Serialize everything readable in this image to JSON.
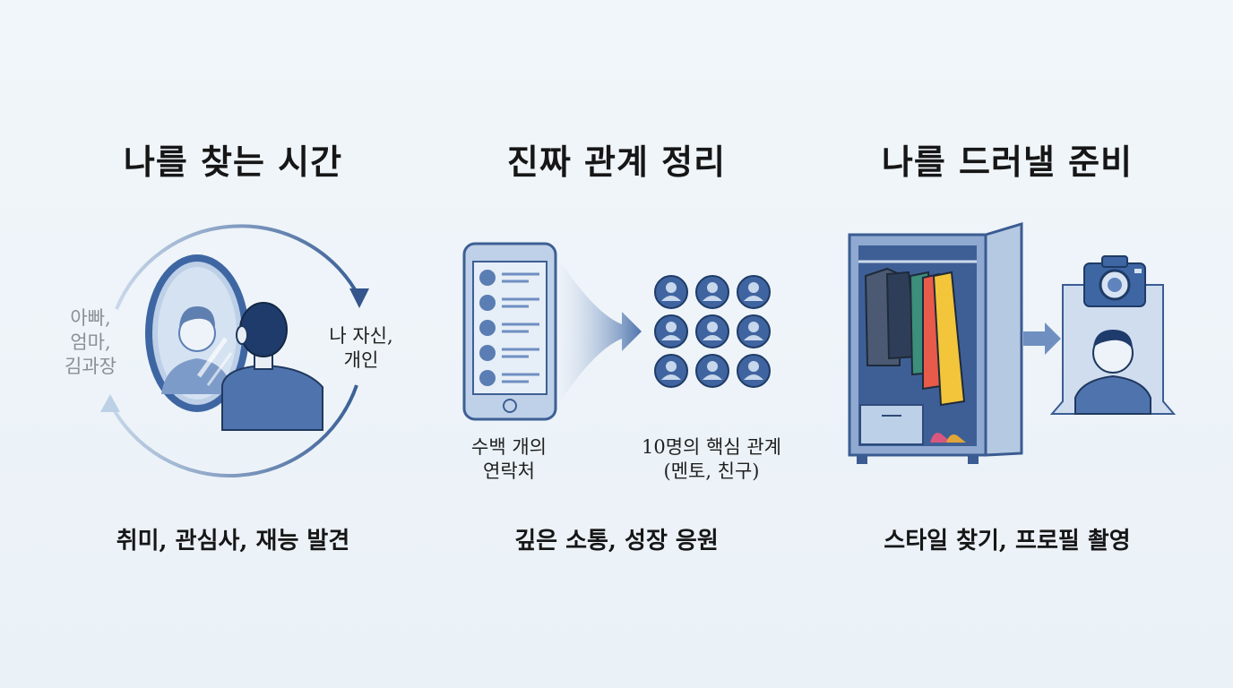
{
  "panels": [
    {
      "title": "나를 찾는 시간",
      "left_label": [
        "아빠,",
        "엄마,",
        "김과장"
      ],
      "right_label": [
        "나 자신,",
        "개인"
      ],
      "caption": "취미, 관심사, 재능 발견"
    },
    {
      "title": "진짜 관계 정리",
      "left_label": [
        "수백 개의",
        "연락처"
      ],
      "right_label": [
        "10명의 핵심 관계",
        "(멘토, 친구)"
      ],
      "caption": "깊은 소통, 성장 응원"
    },
    {
      "title": "나를 드러낼 준비",
      "caption": "스타일 찾기, 프로필 촬영"
    }
  ],
  "colors": {
    "navy": "#2d4f86",
    "blue": "#4f74ad",
    "light_blue": "#a9c1df",
    "pale": "#dbe6f2",
    "grey_text": "#8a8f96"
  },
  "icons": [
    "cycle-arrows-icon",
    "mirror-icon",
    "phone-contacts-icon",
    "people-grid-icon",
    "wardrobe-icon",
    "camera-icon",
    "profile-portrait-icon",
    "arrow-right-icon"
  ]
}
